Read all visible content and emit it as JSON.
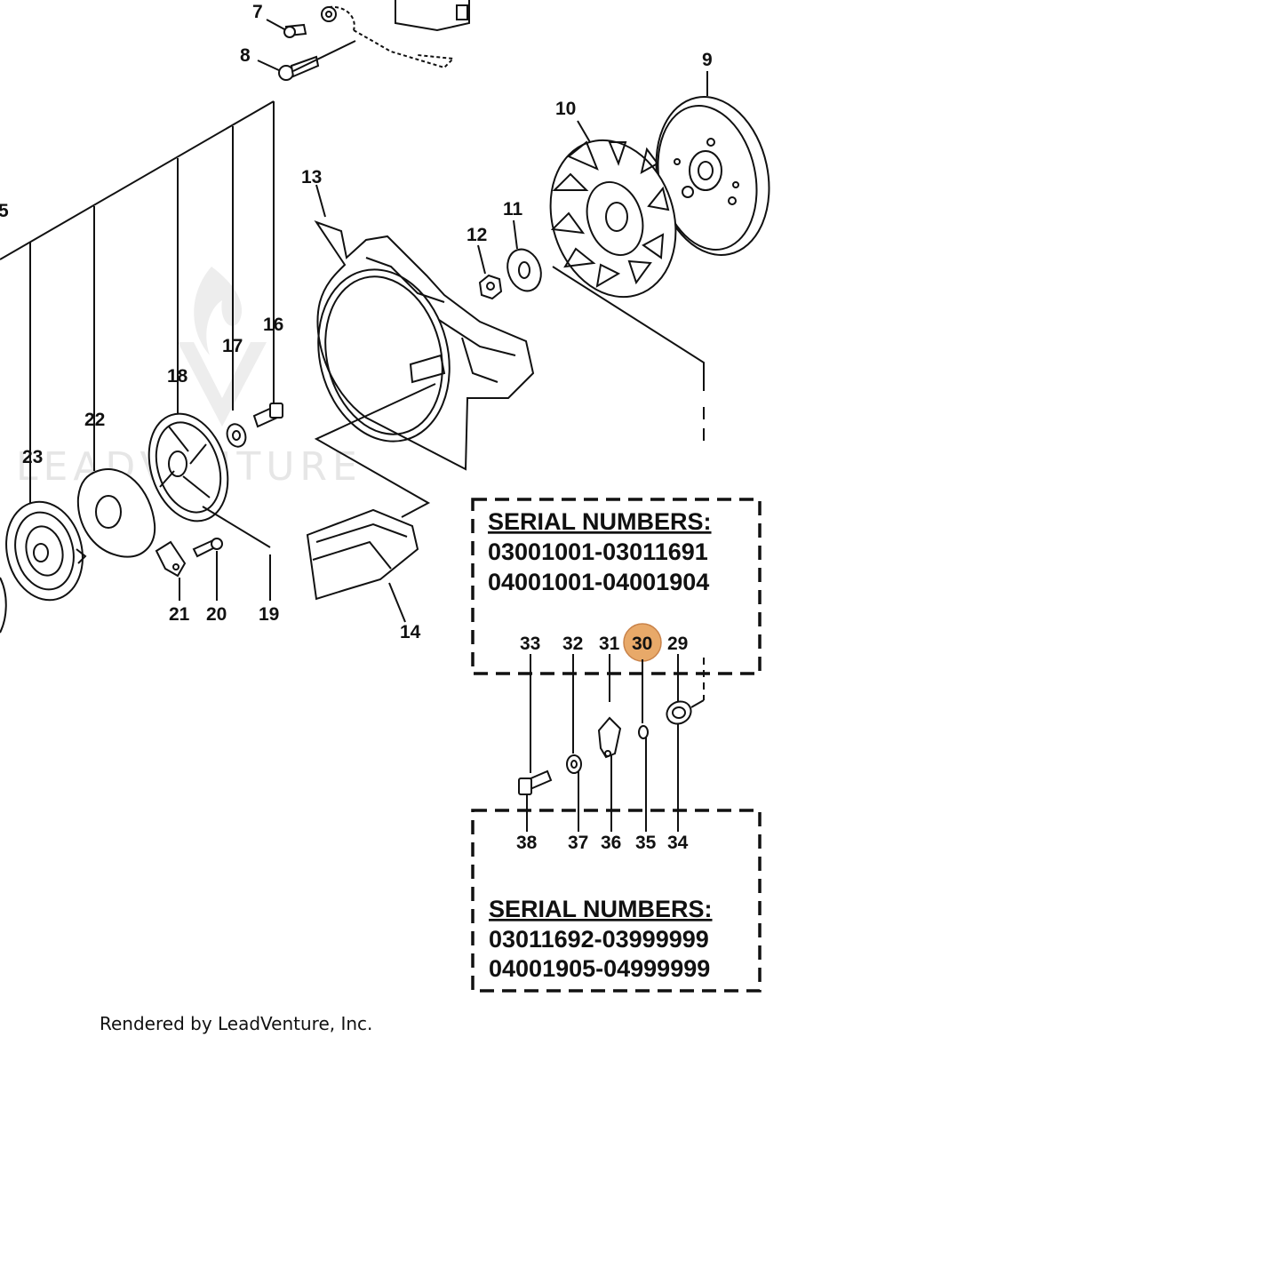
{
  "watermark": "LEADVENTURE",
  "credit": "Rendered by LeadVenture, Inc.",
  "highlight_color": "#e8a969",
  "highlighted_callout": "30",
  "callouts": {
    "c5": "5",
    "c7": "7",
    "c8": "8",
    "c9": "9",
    "c10": "10",
    "c11": "11",
    "c12": "12",
    "c13": "13",
    "c14": "14",
    "c16": "16",
    "c17": "17",
    "c18": "18",
    "c19": "19",
    "c20": "20",
    "c21": "21",
    "c22": "22",
    "c23": "23",
    "c29": "29",
    "c30": "30",
    "c31": "31",
    "c32": "32",
    "c33": "33",
    "c34": "34",
    "c35": "35",
    "c36": "36",
    "c37": "37",
    "c38": "38"
  },
  "serial_box_top": {
    "title": "SERIAL  NUMBERS:",
    "range1": "03001001-03011691",
    "range2": "04001001-04001904"
  },
  "serial_box_bottom": {
    "title": "SERIAL  NUMBERS:",
    "range1": "03011692-03999999",
    "range2": "04001905-04999999"
  }
}
